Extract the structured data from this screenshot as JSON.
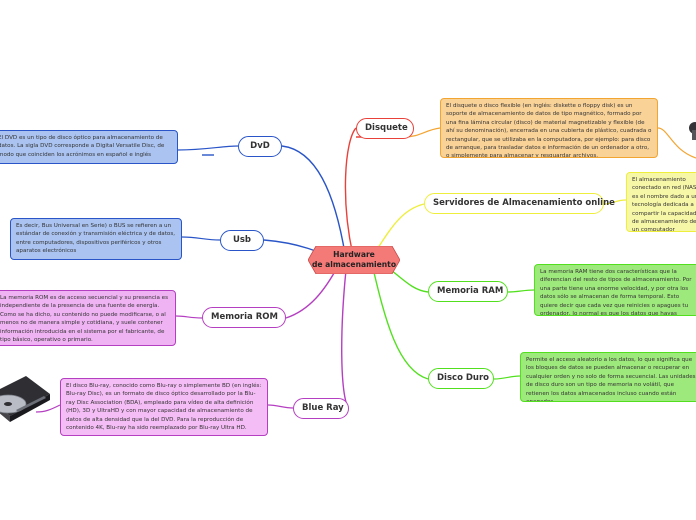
{
  "colors": {
    "red": "#e8413a",
    "orange": "#f3a531",
    "yellow": "#eeee3c",
    "green": "#52e01e",
    "blue": "#2955c8",
    "purple": "#b53fc1",
    "central_fill": "#f47a78",
    "note_orange": "#f9d298",
    "note_yellow": "#f7f7a8",
    "note_green": "#9ee97c",
    "note_blue": "#aac3f0",
    "note_purple": "#efb3f3",
    "note_pink": "#f5bdf6"
  },
  "central": {
    "label": "Hardware\nde almacenamiento"
  },
  "topics": {
    "disquete": "Disquete",
    "servidores": "Servidores de Almacenamiento online",
    "ram": "Memoria RAM",
    "disco_duro": "Disco Duro",
    "dvd": "DvD",
    "usb": "Usb",
    "rom": "Memoria ROM",
    "blueray": "Blue Ray"
  },
  "notes": {
    "disquete": "El disquete o disco flexible (en inglés: diskette o floppy disk) es un soporte de almacenamiento de datos de tipo magnético, formado por una fina lámina circular (disco) de material magnetizable y flexible (de ahí su denominación), encerrada en una cubierta de plástico, cuadrada o rectangular, que se utilizaba en la computadora, por ejemplo: para disco de arranque, para trasladar datos e información de un ordenador a otro, o simplemente para almacenar y resguardar archivos.",
    "servidores": "El almacenamiento conectado en red (NAS), es el nombre dado a una tecnología dedicada a compartir la capacidad de almacenamiento de un computador (ordenador) o servidores clientes a través de una red, normalmente haciendo uso de un sistema de archivos CIFS con los protocolos CIFS, NFS, FTP o TFTP.",
    "ram": "La memoria RAM tiene dos características que la diferencian del resto de tipos de almacenamiento. Por una parte tiene una enorme velocidad, y por otra los datos sólo se almacenan de forma temporal. Esto quiere decir que cada vez que reinicies o apagues tu ordenador, lo normal es que los datos que hayas almacenados en la RAM se pierdan.",
    "disco_duro": "Permite el acceso aleatorio a los datos, lo que significa que los bloques de datos se pueden almacenar o recuperar en cualquier orden y no solo de forma secuencial. Las unidades de disco duro son un tipo de memoria no volátil, que retienen los datos almacenados incluso cuando están apagados.",
    "dvd": "El DVD es un tipo de disco óptico para almacenamiento de datos. La sigla DVD corresponde a Digital Versatile Disc, de modo que coinciden los acrónimos en español e inglés",
    "usb": "Es decir, Bus Universal en Serie) o BUS se refieren a un estándar de conexión y transmisión eléctrica y de datos, entre computadores, dispositivos periféricos y otros aparatos electrónicos",
    "rom": "La memoria ROM es de acceso secuencial y su presencia es independiente de la presencia de una fuente de energía. Como se ha dicho, su contenido no puede modificarse, o al menos no de manera simple y cotidiana, y suele contener información introducida en el sistema por el fabricante, de tipo básico, operativo o primario.",
    "blueray": "El disco Blu-ray, conocido como Blu-ray o simplemente BD (en inglés: Blu-ray Disc), es un formato de disco óptico desarrollado por la Blu-ray Disc Association (BDA), empleado para vídeo de alta definición (HD), 3D y UltraHD y con mayor capacidad de almacenamiento de datos de alta densidad que la del DVD. Para la reproducción de contenido 4K, Blu-ray ha sido reemplazado por Blu-ray Ultra HD."
  },
  "icons": {
    "bluray_drive": "optical-drive-icon",
    "disk_drive": "drive-icon",
    "drive_arm": "drive-arm-icon"
  }
}
